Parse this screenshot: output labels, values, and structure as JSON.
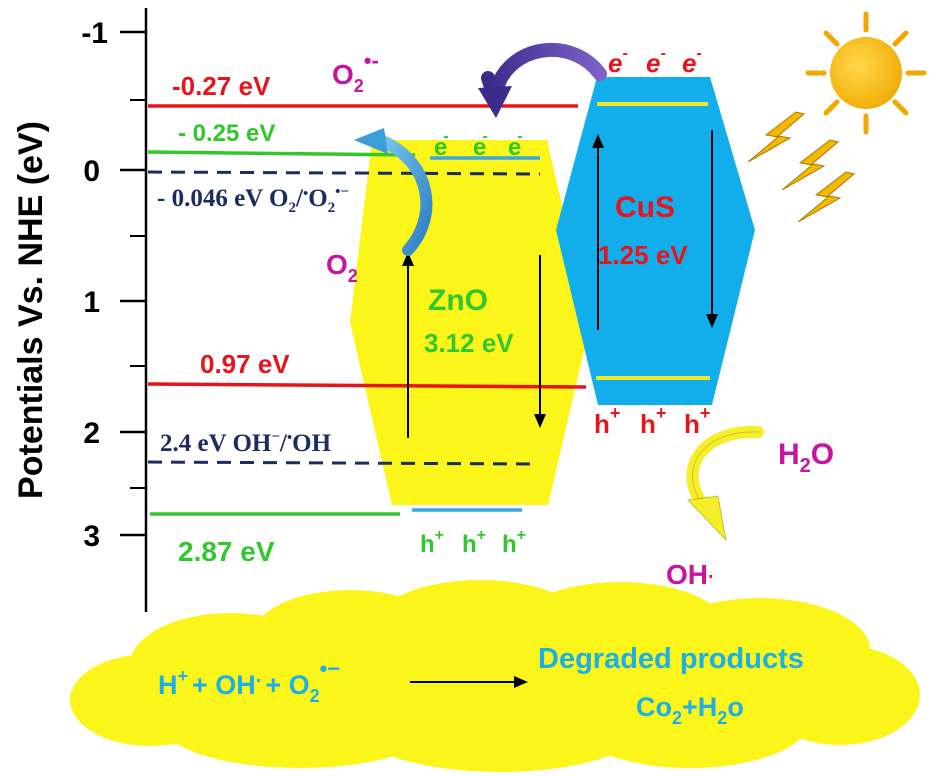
{
  "axis": {
    "label": "Potentials Vs. NHE (eV)",
    "ticks": [
      {
        "value": -1,
        "label": "-1"
      },
      {
        "value": 0,
        "label": "0"
      },
      {
        "value": 1,
        "label": "1"
      },
      {
        "value": 2,
        "label": "2"
      },
      {
        "value": 3,
        "label": "3"
      }
    ]
  },
  "levels": {
    "cus_cb": "-0.27 eV",
    "zno_cb": "- 0.25 eV",
    "o2_redox": "- 0.046 eV O",
    "o2_redox_tail1": "2",
    "o2_redox_tail2": "/",
    "o2_redox_tail3": "•",
    "o2_redox_tail4": "O",
    "o2_redox_tail5": "2",
    "o2_redox_tail6": "•−",
    "cus_vb": "0.97 eV",
    "oh_redox": "2.4 eV OH",
    "oh_redox_sup": "−",
    "oh_redox_tail": "/",
    "oh_redox_dot": "•",
    "oh_redox_end": "OH",
    "zno_vb": "2.87 eV"
  },
  "zno": {
    "name": "ZnO",
    "gap": "3.12 eV",
    "electron": "e",
    "electron_sup": "-",
    "hole": "h",
    "hole_sup": "+"
  },
  "cus": {
    "name": "CuS",
    "gap": "1.25 eV",
    "electron": "e",
    "electron_sup": "-",
    "hole": "h",
    "hole_sup": "+"
  },
  "species": {
    "o2_radical": "O",
    "o2_radical_sub": "2",
    "o2_radical_sup": "•-",
    "o2": "O",
    "o2_sub": "2",
    "h2o_h": "H",
    "h2o_sub": "2",
    "h2o_o": "O",
    "oh_radical": "OH",
    "oh_radical_sup": "."
  },
  "reaction": {
    "h": "H",
    "h_sup": "+",
    "plus1": "+ OH",
    "oh_sup": ".",
    "plus2": "+ O",
    "o2_sub": "2",
    "o2_sup": "•−",
    "product_line1": "Degraded products",
    "product_line2a": "Co",
    "product_line2_sub": "2",
    "product_line2b": "+H",
    "product_line2_sub2": "2",
    "product_line2c": "o"
  },
  "colors": {
    "red": "#e8141c",
    "green": "#31c82d",
    "navy": "#1b2c5e",
    "magenta": "#c8159e",
    "zno_fill": "#fbf51a",
    "cus_fill": "#12aeeb",
    "cus_band": "#f2e82a",
    "cloud_text": "#1ab0e8",
    "purple_arrow": "#5a43a6",
    "blue_arrow": "#3a9fd8"
  }
}
